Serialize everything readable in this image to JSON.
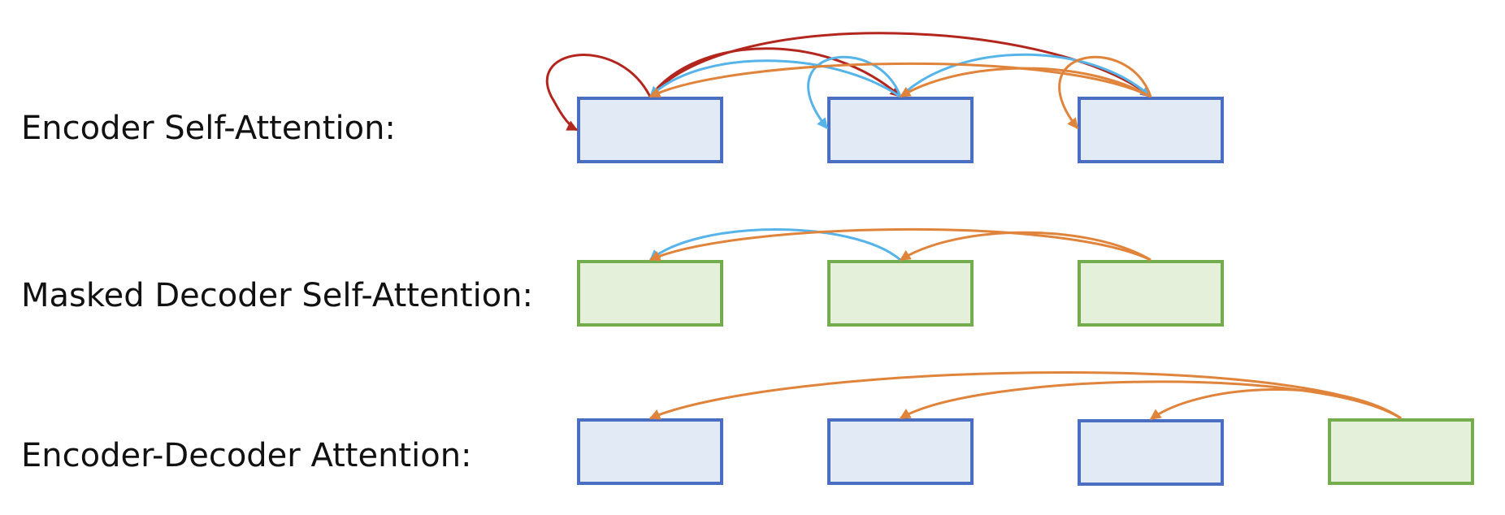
{
  "rows": {
    "encoder_self_attention": {
      "label": "Encoder Self-Attention:"
    },
    "masked_decoder_self_attention": {
      "label": "Masked Decoder Self-Attention:"
    },
    "encoder_decoder_attention": {
      "label": "Encoder-Decoder Attention:"
    }
  },
  "colors": {
    "encoder_box_fill": "#e2eaf6",
    "encoder_box_stroke": "#4a6fc2",
    "decoder_box_fill": "#e4f0da",
    "decoder_box_stroke": "#74ad4e",
    "arrow_red": "#b3261e",
    "arrow_blue": "#56b4e9",
    "arrow_orange": "#e0843c"
  }
}
